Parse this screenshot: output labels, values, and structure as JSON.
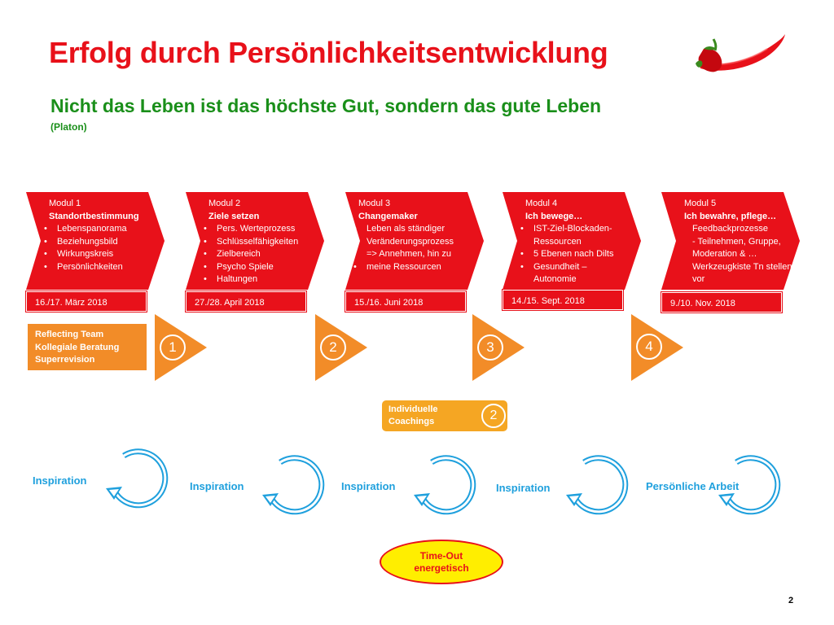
{
  "header": {
    "title": "Erfolg durch Persönlichkeitsentwicklung",
    "subtitle": "Nicht das Leben ist das höchste Gut, sondern das gute Leben",
    "attribution": "(Platon)"
  },
  "modules": [
    {
      "num": "Modul 1",
      "name": "Standortbestimmung",
      "items": [
        "Lebenspanorama",
        "Beziehungsbild",
        "Wirkungskreis",
        "Persönlichkeiten"
      ],
      "date": "16./17. März 2018"
    },
    {
      "num": "Modul 2",
      "name": "Ziele setzen",
      "items": [
        "Pers. Werteprozess",
        "Schlüsselfähigkeiten",
        "Zielbereich",
        "Psycho Spiele",
        "Haltungen"
      ],
      "date": "27./28. April 2018"
    },
    {
      "num": "Modul 3",
      "name": "Changemaker",
      "items": [
        "Leben als ständiger\nVeränderungsprozess\n=> Annehmen, hin zu",
        "meine Ressourcen"
      ],
      "date": "15./16. Juni 2018"
    },
    {
      "num": "Modul 4",
      "name": "Ich bewege…",
      "items": [
        "IST-Ziel-Blockaden-\nRessourcen",
        "5 Ebenen nach Dilts",
        "Gesundheit –\nAutonomie"
      ],
      "date": "14./15. Sept.  2018"
    },
    {
      "num": "Modul 5",
      "name": "Ich bewahre, pflege…",
      "items": [
        "Feedbackprozesse\n- Teilnehmen, Gruppe,\nModeration & …",
        "Werkzeugkiste Tn stellen\nvor"
      ],
      "date": "9./10. Nov. 2018"
    }
  ],
  "reflecting": {
    "lines": [
      "Reflecting Team",
      "Kollegiale Beratung",
      "Superrevision"
    ]
  },
  "triangles": [
    "1",
    "2",
    "3",
    "4"
  ],
  "coaching": {
    "line1": "Individuelle",
    "line2": "Coachings",
    "num": "2"
  },
  "cycles": [
    "Inspiration",
    "Inspiration",
    "Inspiration",
    "Inspiration",
    "Persönliche Arbeit"
  ],
  "timeout": {
    "line1": "Time-Out",
    "line2": "energetisch"
  },
  "page_number": "2",
  "colors": {
    "red": "#e8111a",
    "green": "#1a8f1a",
    "orange": "#f28c28",
    "light_orange": "#f5a623",
    "blue": "#1fa0dd",
    "yellow": "#ffee00"
  }
}
